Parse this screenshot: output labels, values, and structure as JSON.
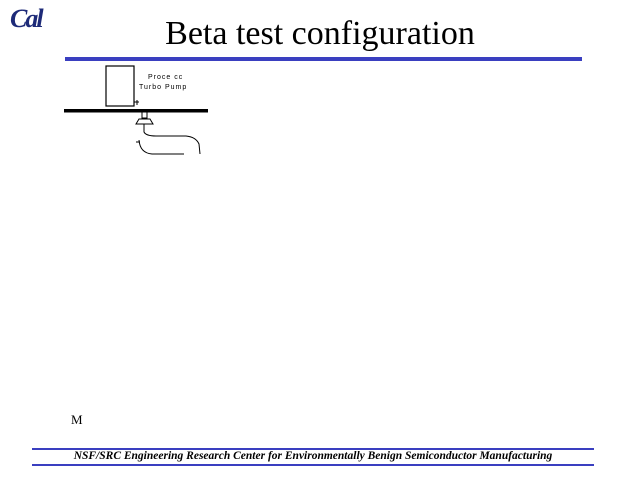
{
  "logo": {
    "text": "Cal",
    "color": "#1d2a78"
  },
  "title": "Beta test configuration",
  "accent_color": "#3a3fc0",
  "diagram": {
    "pump_label_line1": "Proce cc",
    "pump_label_line2": "Turbo Pump"
  },
  "marker_text": "M",
  "footer": "NSF/SRC Engineering Research Center for Environmentally Benign Semiconductor Manufacturing"
}
